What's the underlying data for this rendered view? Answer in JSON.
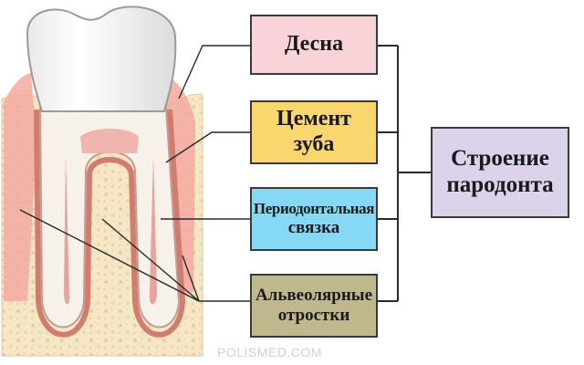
{
  "diagram": {
    "main_label": [
      "Строение",
      "пародонта"
    ],
    "components": [
      {
        "label": [
          "Десна"
        ],
        "color": "#f8d3d8"
      },
      {
        "label": [
          "Цемент",
          "зуба"
        ],
        "color": "#fad66f"
      },
      {
        "label": [
          "Периодонтальная",
          "связка"
        ],
        "color": "#85d9f4"
      },
      {
        "label": [
          "Альвеолярные",
          "отростки"
        ],
        "color": "#bfb88d"
      }
    ],
    "main_color": "#dcd2ea",
    "line_color": "#2a2a2a"
  },
  "watermark": "POLISMED.COM"
}
